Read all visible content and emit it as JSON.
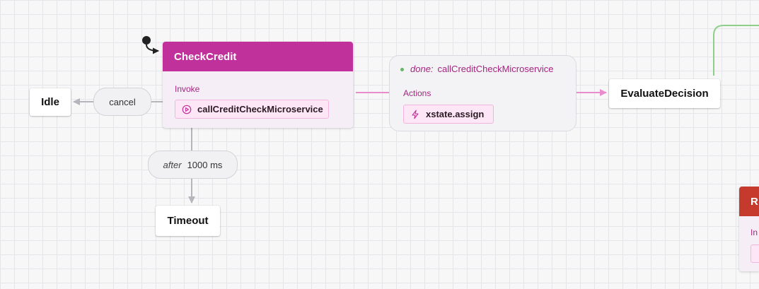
{
  "colors": {
    "accent": "#c0319b",
    "alert_header": "#c63a2e",
    "edge_pink": "#e88ccc",
    "edge_gray": "#b5b5bb",
    "edge_green": "#8fcf8a",
    "done_dot": "#6ab36c"
  },
  "states": {
    "idle": {
      "label": "Idle"
    },
    "check_credit": {
      "title": "CheckCredit",
      "invoke_label": "Invoke",
      "invoke_service": "callCreditCheckMicroservice",
      "invoke_icon": "play-circle-icon"
    },
    "timeout": {
      "label": "Timeout"
    },
    "evaluate_decision": {
      "label": "EvaluateDecision"
    },
    "partial_state": {
      "title": "R",
      "section_label": "In"
    }
  },
  "transitions": {
    "cancel": {
      "event": "cancel"
    },
    "after": {
      "keyword": "after",
      "delay": "1000 ms"
    },
    "done": {
      "keyword": "done:",
      "event": "callCreditCheckMicroservice",
      "actions_label": "Actions",
      "action": "xstate.assign",
      "action_icon": "lightning-icon"
    }
  }
}
